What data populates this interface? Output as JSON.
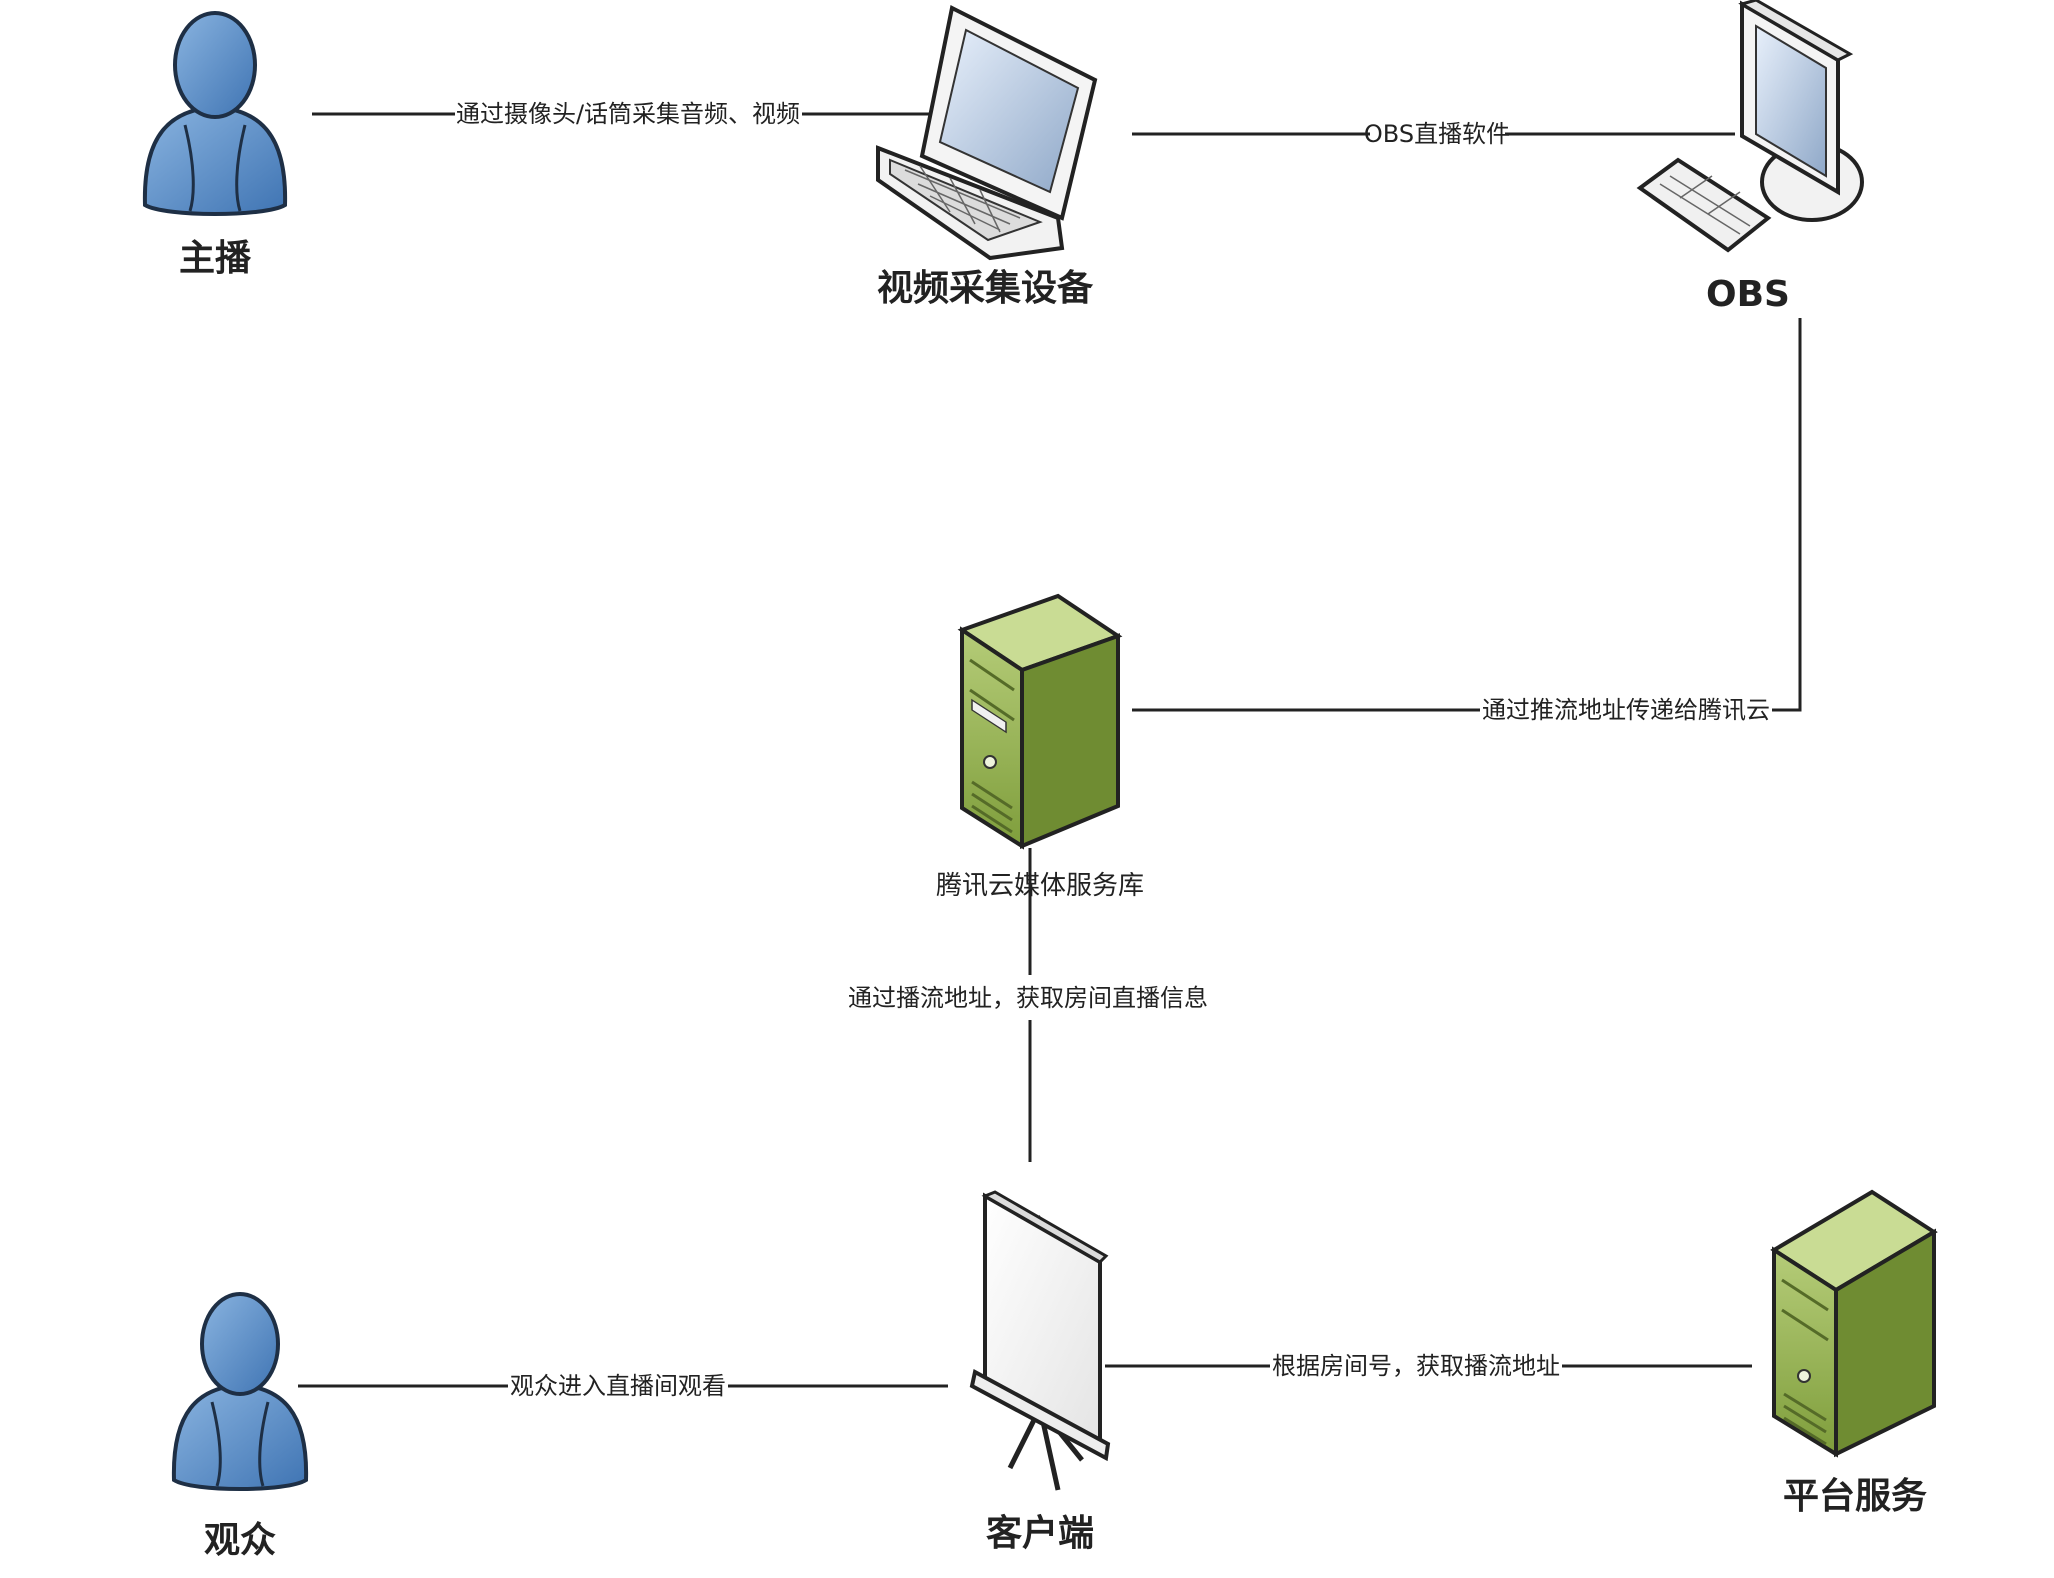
{
  "nodes": {
    "host": {
      "label": "主播",
      "icon": "person-icon"
    },
    "capture_device": {
      "label": "视频采集设备",
      "icon": "laptop-icon"
    },
    "obs": {
      "label": "OBS",
      "icon": "desktop-computer-icon"
    },
    "tencent_cloud": {
      "label": "腾讯云媒体服务库",
      "icon": "server-icon"
    },
    "client": {
      "label": "客户端",
      "icon": "projector-screen-icon"
    },
    "viewer": {
      "label": "观众",
      "icon": "person-icon"
    },
    "platform": {
      "label": "平台服务",
      "icon": "server-icon"
    }
  },
  "edges": {
    "host_to_device": "通过摄像头/话筒采集音频、视频",
    "device_to_obs": "OBS直播软件",
    "obs_to_cloud": "通过推流地址传递给腾讯云",
    "cloud_to_client": "通过播流地址，获取房间直播信息",
    "viewer_to_client": "观众进入直播间观看",
    "client_to_platform": "根据房间号，获取播流地址"
  },
  "colors": {
    "person_fill": "#5b8fc9",
    "server_fill": "#8fb04a",
    "line": "#222222"
  }
}
